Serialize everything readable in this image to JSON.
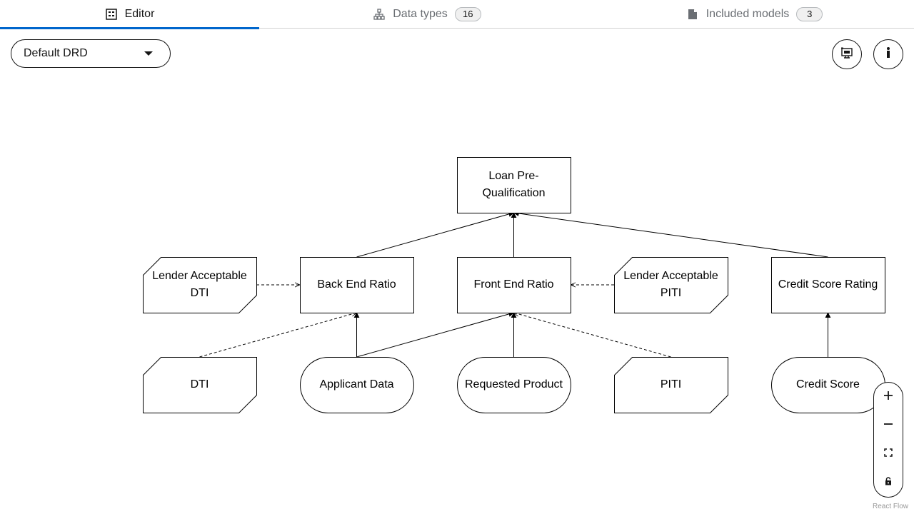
{
  "tabs": [
    {
      "label": "Editor",
      "icon": "editor-icon",
      "active": true,
      "badge": null
    },
    {
      "label": "Data types",
      "icon": "data-types-icon",
      "active": false,
      "badge": "16"
    },
    {
      "label": "Included models",
      "icon": "document-icon",
      "active": false,
      "badge": "3"
    }
  ],
  "drd_selector": {
    "value": "Default DRD"
  },
  "diagram": {
    "nodes": [
      {
        "id": "loan",
        "type": "decision",
        "label": "Loan Pre-Qualification"
      },
      {
        "id": "lender_dti",
        "type": "knowledge-source",
        "label": "Lender Acceptable DTI"
      },
      {
        "id": "back_end",
        "type": "decision",
        "label": "Back End Ratio"
      },
      {
        "id": "front_end",
        "type": "decision",
        "label": "Front End Ratio"
      },
      {
        "id": "lender_piti",
        "type": "knowledge-source",
        "label": "Lender Acceptable PITI"
      },
      {
        "id": "credit_rating",
        "type": "decision",
        "label": "Credit Score Rating"
      },
      {
        "id": "dti",
        "type": "knowledge-source",
        "label": "DTI"
      },
      {
        "id": "applicant",
        "type": "input-data",
        "label": "Applicant Data"
      },
      {
        "id": "requested",
        "type": "input-data",
        "label": "Requested Product"
      },
      {
        "id": "piti",
        "type": "knowledge-source",
        "label": "PITI"
      },
      {
        "id": "credit_score",
        "type": "input-data",
        "label": "Credit Score"
      }
    ],
    "edges": [
      {
        "from": "back_end",
        "to": "loan",
        "kind": "information"
      },
      {
        "from": "front_end",
        "to": "loan",
        "kind": "information"
      },
      {
        "from": "credit_rating",
        "to": "loan",
        "kind": "information"
      },
      {
        "from": "lender_dti",
        "to": "back_end",
        "kind": "authority"
      },
      {
        "from": "lender_piti",
        "to": "front_end",
        "kind": "authority"
      },
      {
        "from": "dti",
        "to": "back_end",
        "kind": "authority"
      },
      {
        "from": "applicant",
        "to": "back_end",
        "kind": "information"
      },
      {
        "from": "applicant",
        "to": "front_end",
        "kind": "information"
      },
      {
        "from": "requested",
        "to": "front_end",
        "kind": "information"
      },
      {
        "from": "piti",
        "to": "front_end",
        "kind": "authority"
      },
      {
        "from": "credit_score",
        "to": "credit_rating",
        "kind": "information"
      }
    ]
  },
  "toolbar_icons": {
    "overlay": "overlay-icon",
    "info": "info-icon"
  },
  "controls": [
    {
      "name": "zoom-in",
      "icon": "plus-icon"
    },
    {
      "name": "zoom-out",
      "icon": "minus-icon"
    },
    {
      "name": "fit-view",
      "icon": "fit-view-icon"
    },
    {
      "name": "lock",
      "icon": "lock-icon"
    }
  ],
  "attribution": "React Flow",
  "colors": {
    "accent": "#0066cc",
    "stroke": "#000000"
  }
}
